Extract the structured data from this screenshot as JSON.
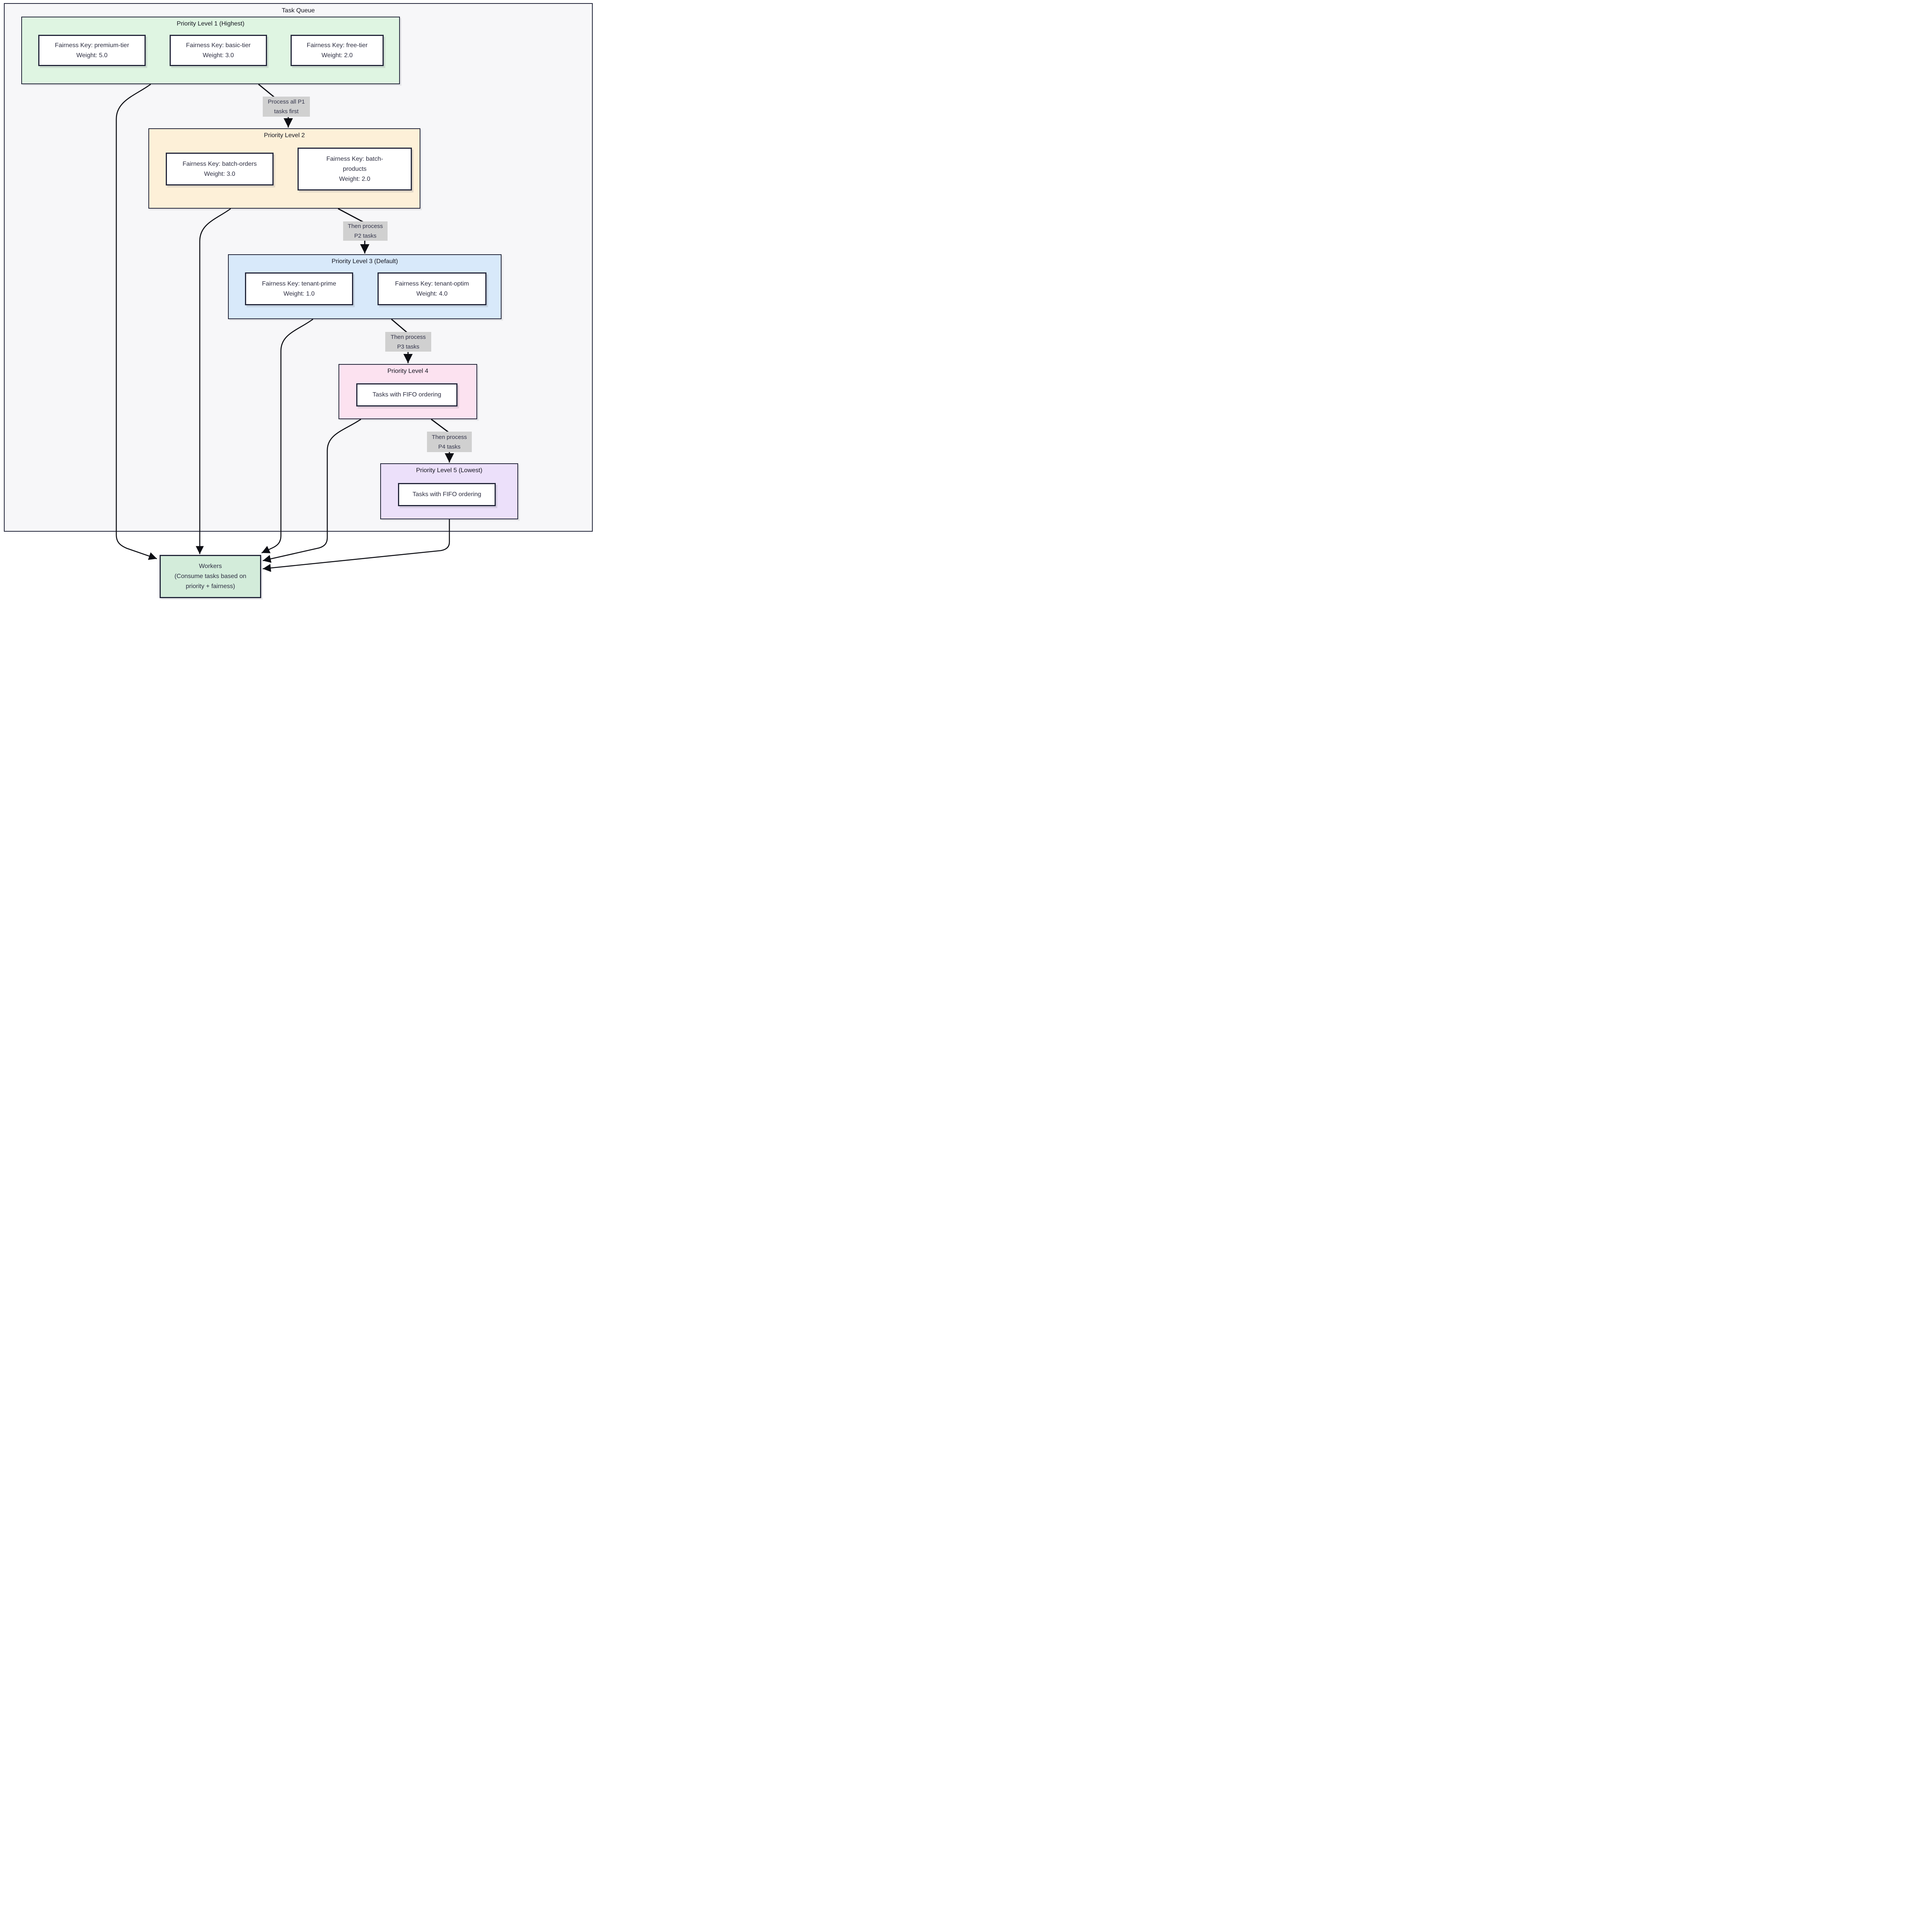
{
  "diagram": {
    "container_title": "Task Queue",
    "colors": {
      "page_bg": "#ffffff",
      "container_bg": "#f7f7f9",
      "border": "#23263a",
      "p1_bg": "#dff5e2",
      "p2_bg": "#fdf0d8",
      "p3_bg": "#d8e9fa",
      "p4_bg": "#fce2f0",
      "p5_bg": "#ece0fa",
      "workers_bg": "#d3ecda",
      "edge_label_bg": "#d0d0d0",
      "edge_color": "#0d0e14",
      "node_bg": "#ffffff"
    },
    "clusters": [
      {
        "id": "p1",
        "title": "Priority Level 1 (Highest)",
        "nodes": [
          {
            "text": "Fairness Key: premium-tier\nWeight: 5.0"
          },
          {
            "text": "Fairness Key: basic-tier\nWeight: 3.0"
          },
          {
            "text": "Fairness Key: free-tier\nWeight: 2.0"
          }
        ]
      },
      {
        "id": "p2",
        "title": "Priority Level 2",
        "nodes": [
          {
            "text": "Fairness Key: batch-orders\nWeight: 3.0"
          },
          {
            "text": "Fairness Key: batch-\nproducts\nWeight: 2.0"
          }
        ]
      },
      {
        "id": "p3",
        "title": "Priority Level 3 (Default)",
        "nodes": [
          {
            "text": "Fairness Key: tenant-prime\nWeight: 1.0"
          },
          {
            "text": "Fairness Key: tenant-optim\nWeight: 4.0"
          }
        ]
      },
      {
        "id": "p4",
        "title": "Priority Level 4",
        "nodes": [
          {
            "text": "Tasks with FIFO ordering"
          }
        ]
      },
      {
        "id": "p5",
        "title": "Priority Level 5 (Lowest)",
        "nodes": [
          {
            "text": "Tasks with FIFO ordering"
          }
        ]
      }
    ],
    "edge_labels": [
      {
        "id": "p1-p2",
        "text": "Process all P1\ntasks first"
      },
      {
        "id": "p2-p3",
        "text": "Then process\nP2 tasks"
      },
      {
        "id": "p3-p4",
        "text": "Then process\nP3 tasks"
      },
      {
        "id": "p4-p5",
        "text": "Then process\nP4 tasks"
      }
    ],
    "workers_label": "Workers\n(Consume tasks based on\npriority + fairness)"
  }
}
